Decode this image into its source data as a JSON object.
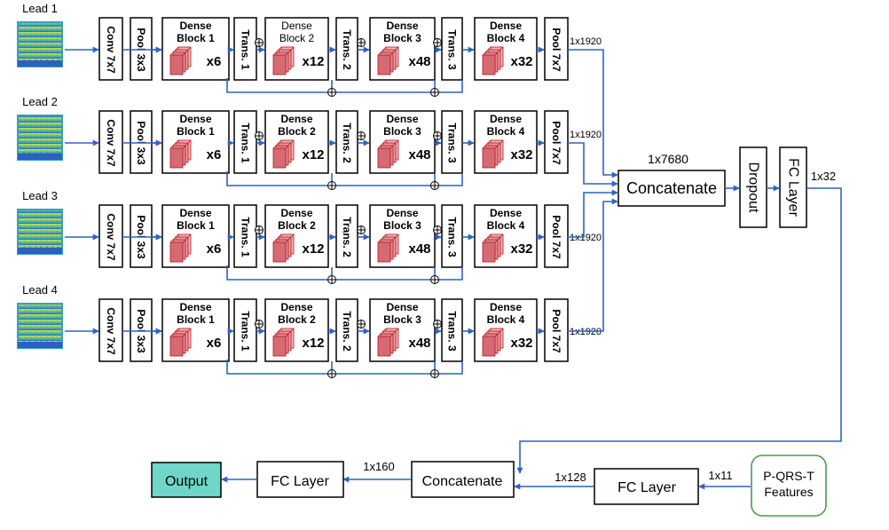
{
  "leads": [
    {
      "label": "Lead 1",
      "stages": [
        "Conv 7x7",
        "Pool 3x3",
        "Trans. 1",
        "Trans. 2",
        "Trans. 3",
        "Pool 7x7"
      ],
      "blocks": [
        {
          "line1": "Dense",
          "line2": "Block 1",
          "mult": "x6"
        },
        {
          "line1": "Dense",
          "line2": "Block 2",
          "mult": "x12"
        },
        {
          "line1": "Dense",
          "line2": "Block 3",
          "mult": "x48"
        },
        {
          "line1": "Dense",
          "line2": "Block 4",
          "mult": "x32"
        }
      ],
      "output_dim": "1x1920"
    },
    {
      "label": "Lead 2",
      "stages": [
        "Conv 7x7",
        "Pool 3x3",
        "Trans. 1",
        "Trans. 2",
        "Trans. 3",
        "Pool 7x7"
      ],
      "blocks": [
        {
          "line1": "Dense",
          "line2": "Block 1",
          "mult": "x6"
        },
        {
          "line1": "Dense",
          "line2": "Block 2",
          "mult": "x12"
        },
        {
          "line1": "Dense",
          "line2": "Block 3",
          "mult": "x48"
        },
        {
          "line1": "Dense",
          "line2": "Block 4",
          "mult": "x32"
        }
      ],
      "output_dim": "1x1920"
    },
    {
      "label": "Lead 3",
      "stages": [
        "Conv 7x7",
        "Pool 3x3",
        "Trans. 1",
        "Trans. 2",
        "Trans. 3",
        "Pool 7x7"
      ],
      "blocks": [
        {
          "line1": "Dense",
          "line2": "Block 1",
          "mult": "x6"
        },
        {
          "line1": "Dense",
          "line2": "Block 2",
          "mult": "x12"
        },
        {
          "line1": "Dense",
          "line2": "Block 3",
          "mult": "x48"
        },
        {
          "line1": "Dense",
          "line2": "Block 4",
          "mult": "x32"
        }
      ],
      "output_dim": "1x1920"
    },
    {
      "label": "Lead 4",
      "stages": [
        "Conv 7x7",
        "Pool 3x3",
        "Trans. 1",
        "Trans. 2",
        "Trans. 3",
        "Pool 7x7"
      ],
      "blocks": [
        {
          "line1": "Dense",
          "line2": "Block 1",
          "mult": "x6"
        },
        {
          "line1": "Dense",
          "line2": "Block 2",
          "mult": "x12"
        },
        {
          "line1": "Dense",
          "line2": "Block 3",
          "mult": "x48"
        },
        {
          "line1": "Dense",
          "line2": "Block 4",
          "mult": "x32"
        }
      ],
      "output_dim": "1x1920"
    }
  ],
  "merge": {
    "concat_dim": "1x7680",
    "concat_label": "Concatenate",
    "dropout_label": "Dropout",
    "fc_label": "FC Layer",
    "fc_out_dim": "1x32"
  },
  "bottom": {
    "features_line1": "P-QRS-T",
    "features_line2": "Features",
    "features_dim": "1x11",
    "fc_label": "FC Layer",
    "fc_dim": "1x128",
    "concat_label": "Concatenate",
    "concat_dim": "1x160",
    "fc2_label": "FC Layer",
    "output_label": "Output"
  },
  "colors": {
    "arrow": "#2f62c4",
    "features_border": "#4f9a4b",
    "output_fill": "#6fd6c8",
    "block_face": "#e89aa0",
    "block_edge": "#b3151f"
  }
}
